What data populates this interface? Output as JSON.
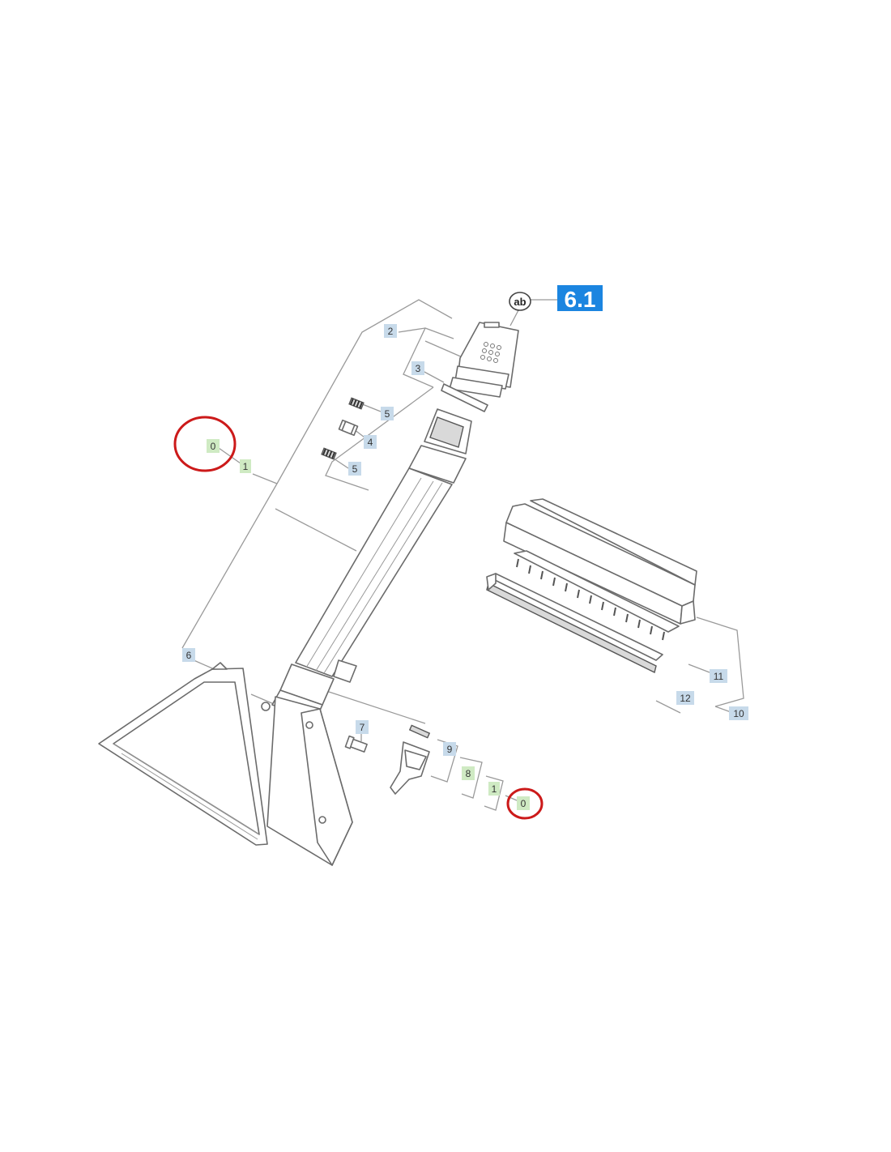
{
  "diagram": {
    "section_badge": "6.1",
    "ab_symbol": "ab",
    "callouts": {
      "c2": "2",
      "c3": "3",
      "c5a": "5",
      "c4": "4",
      "c5b": "5",
      "c0a": "0",
      "c1a": "1",
      "c6": "6",
      "c7": "7",
      "c9": "9",
      "c8": "8",
      "c1b": "1",
      "c0b": "0",
      "c11": "11",
      "c12": "12",
      "c10": "10"
    }
  }
}
